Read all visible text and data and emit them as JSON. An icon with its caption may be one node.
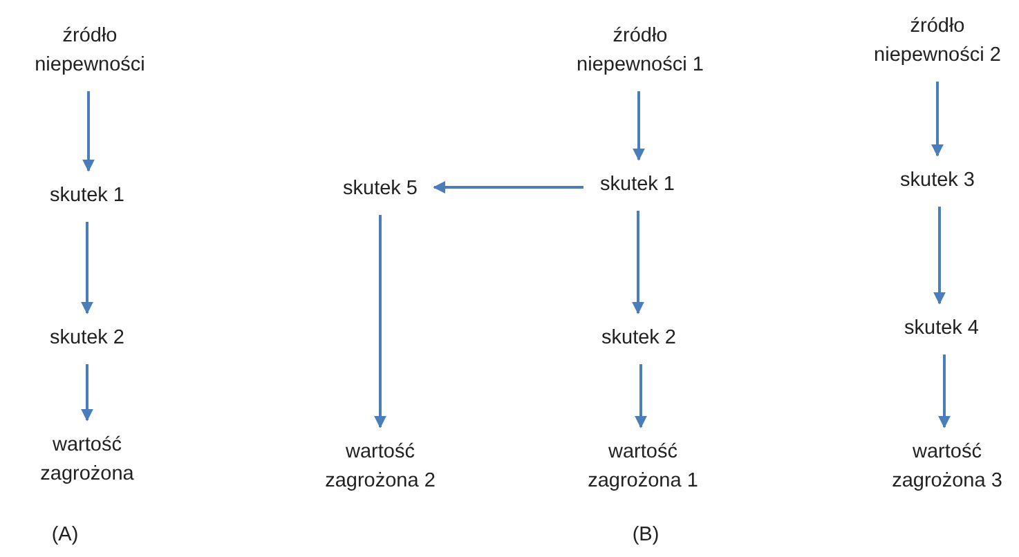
{
  "diagram": {
    "nodes": [
      {
        "text": [
          "źródło niepewności"
        ]
      },
      {
        "text": [
          "skutek 1"
        ]
      },
      {
        "text": [
          "skutek 2"
        ]
      },
      {
        "text": [
          "wartość zagrożona"
        ]
      },
      {
        "text": [
          "źródło niepewności 1"
        ]
      },
      {
        "text": [
          "skutek 1"
        ]
      },
      {
        "text": [
          "skutek 5"
        ]
      },
      {
        "text": [
          "skutek 2"
        ]
      },
      {
        "text": [
          "wartość zagrożona 2"
        ]
      },
      {
        "text": [
          "wartość zagrożona 1"
        ]
      },
      {
        "text": [
          "źródło niepewności 2"
        ]
      },
      {
        "text": [
          "skutek 3"
        ]
      },
      {
        "text": [
          "skutek 4"
        ]
      },
      {
        "text": [
          "wartość zagrożona 3"
        ]
      }
    ],
    "edges": [
      {
        "from": 0,
        "to": 1,
        "arrow": "to"
      },
      {
        "from": 1,
        "to": 2,
        "arrow": "to"
      },
      {
        "from": 2,
        "to": 3,
        "arrow": "to"
      },
      {
        "from": 4,
        "to": 5,
        "arrow": "to"
      },
      {
        "from": 5,
        "to": 6,
        "arrow": "to"
      },
      {
        "from": 5,
        "to": 7,
        "arrow": "to"
      },
      {
        "from": 6,
        "to": 8,
        "arrow": "to"
      },
      {
        "from": 7,
        "to": 9,
        "arrow": "to"
      },
      {
        "from": 10,
        "to": 11,
        "arrow": "to"
      },
      {
        "from": 11,
        "to": 12,
        "arrow": "to"
      },
      {
        "from": 12,
        "to": 13,
        "arrow": "to"
      }
    ],
    "labels": [
      "(A)",
      "(B)"
    ]
  }
}
